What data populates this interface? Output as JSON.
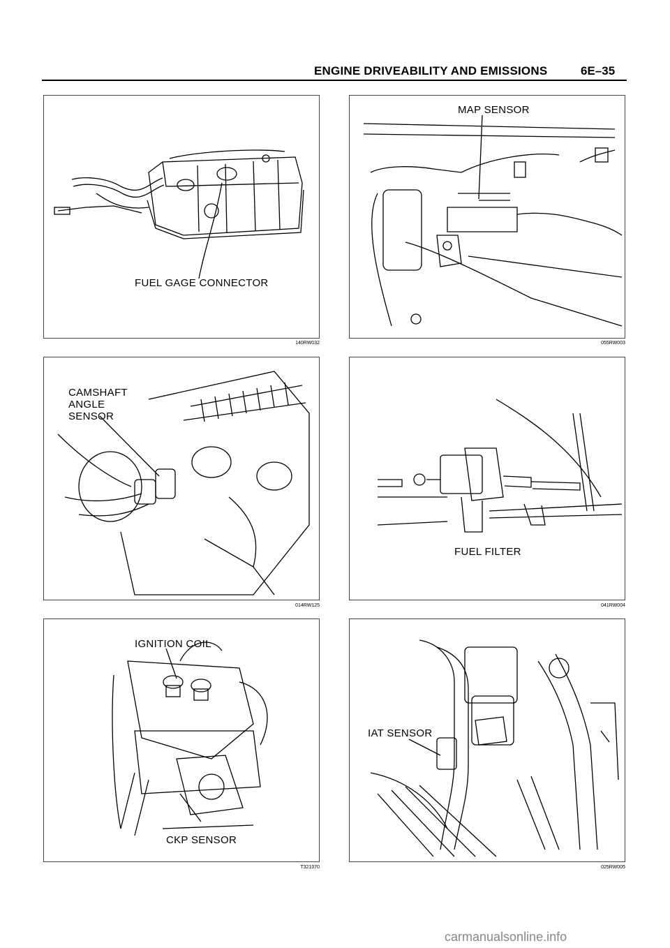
{
  "header": {
    "title": "ENGINE DRIVEABILITY AND EMISSIONS",
    "page": "6E–35"
  },
  "figures": [
    {
      "caption": "FUEL GAGE CONNECTOR",
      "code": "140RW032"
    },
    {
      "caption": "MAP SENSOR",
      "code": "055RW003"
    },
    {
      "caption": "CAMSHAFT\nANGLE\nSENSOR",
      "code": "014RW125"
    },
    {
      "caption": "FUEL FILTER",
      "code": "041RW004"
    },
    {
      "caption": "IGNITION COIL",
      "caption2": "CKP SENSOR",
      "code": "T321070"
    },
    {
      "caption": "IAT SENSOR",
      "code": "025RW005"
    }
  ],
  "footer": {
    "url": "carmanualsonline.info"
  }
}
